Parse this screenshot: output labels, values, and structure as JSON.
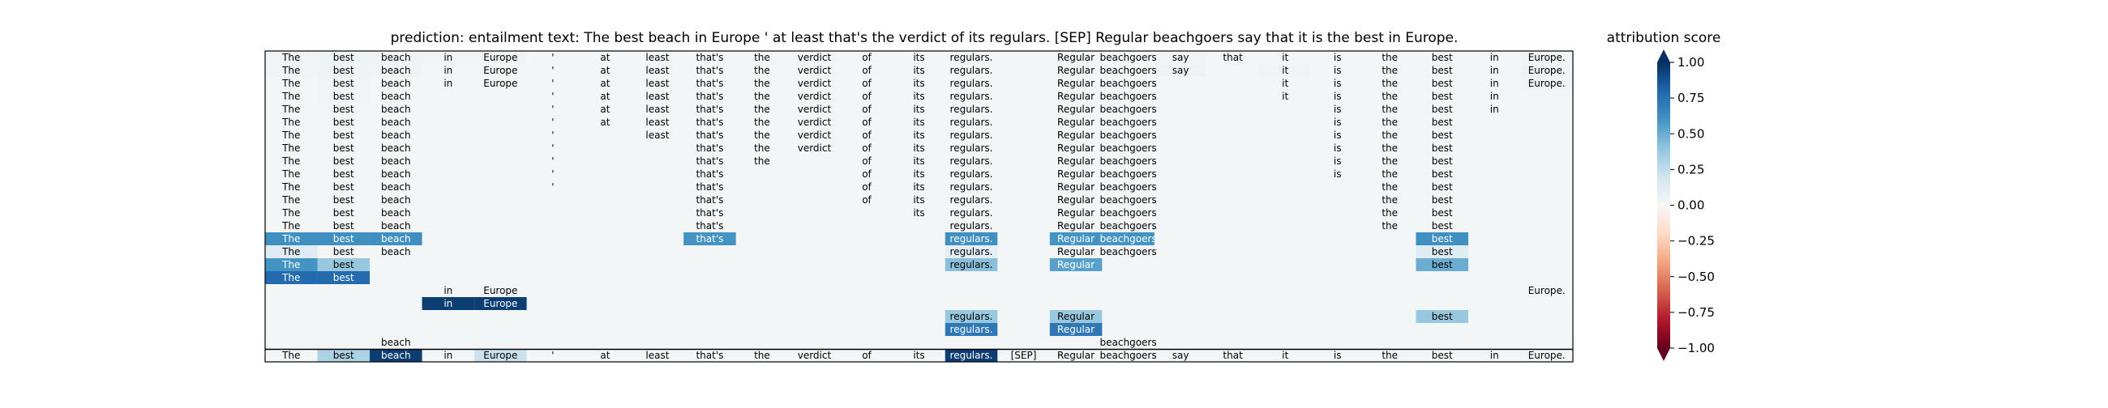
{
  "figure": {
    "title": "prediction:  entailment     text:  The best beach in Europe ' at least that's the verdict of its regulars. [SEP] Regular beachgoers say that it is the best in Europe.",
    "colorbar_title": "attribution score"
  },
  "chart_data": {
    "type": "heatmap",
    "title": "prediction:  entailment     text:  The best beach in Europe ' at least that's the verdict of its regulars. [SEP] Regular beachgoers say that it is the best in Europe.",
    "prediction": "entailment",
    "text": "The best beach in Europe ' at least that's the verdict of its regulars. [SEP] Regular beachgoers say that it is the best in Europe.",
    "tokens": [
      "The",
      "best",
      "beach",
      "in",
      "Europe",
      "'",
      "at",
      "least",
      "that's",
      "the",
      "verdict",
      "of",
      "its",
      "regulars.",
      "[SEP]",
      "Regular",
      "beachgoers",
      "say",
      "that",
      "it",
      "is",
      "the",
      "best",
      "in",
      "Europe."
    ],
    "colorbar": {
      "title": "attribution score",
      "range": [
        -1.0,
        1.0
      ],
      "ticks": [
        "1.00",
        "0.75",
        "0.50",
        "0.25",
        "0.00",
        "−0.25",
        "−0.50",
        "−0.75",
        "−1.00"
      ],
      "tick_values": [
        1.0,
        0.75,
        0.5,
        0.25,
        0.0,
        -0.25,
        -0.5,
        -0.75,
        -1.0
      ],
      "colormap": "RdBu",
      "extend": "both"
    },
    "rows": [
      {
        "present": [
          0,
          1,
          2,
          3,
          4,
          5,
          6,
          7,
          8,
          9,
          10,
          11,
          12,
          13,
          15,
          16,
          17,
          18,
          19,
          20,
          21,
          22,
          23,
          24
        ],
        "scores": {
          "0": 0.03,
          "1": 0.05,
          "2": 0.04,
          "3": 0.03,
          "4": 0.03,
          "17": 0.03,
          "24": 0.03
        }
      },
      {
        "present": [
          0,
          1,
          2,
          3,
          4,
          5,
          6,
          7,
          8,
          9,
          10,
          11,
          12,
          13,
          15,
          16,
          17,
          19,
          20,
          21,
          22,
          23,
          24
        ],
        "scores": {
          "0": 0.03,
          "1": 0.04,
          "2": 0.03,
          "17": 0.05,
          "19": 0.03,
          "24": 0.04
        }
      },
      {
        "present": [
          0,
          1,
          2,
          3,
          4,
          5,
          6,
          7,
          8,
          9,
          10,
          11,
          12,
          13,
          15,
          16,
          19,
          20,
          21,
          22,
          23,
          24
        ],
        "scores": {
          "1": 0.03,
          "24": 0.03
        }
      },
      {
        "present": [
          0,
          1,
          2,
          5,
          6,
          7,
          8,
          9,
          10,
          11,
          12,
          13,
          15,
          16,
          19,
          20,
          21,
          22,
          23
        ],
        "scores": {
          "1": 0.03
        }
      },
      {
        "present": [
          0,
          1,
          2,
          5,
          6,
          7,
          8,
          9,
          10,
          11,
          12,
          13,
          15,
          16,
          20,
          21,
          22,
          23
        ],
        "scores": {}
      },
      {
        "present": [
          0,
          1,
          2,
          5,
          6,
          7,
          8,
          9,
          10,
          11,
          12,
          13,
          15,
          16,
          20,
          21,
          22
        ],
        "scores": {}
      },
      {
        "present": [
          0,
          1,
          2,
          5,
          7,
          8,
          9,
          10,
          11,
          12,
          13,
          15,
          16,
          20,
          21,
          22
        ],
        "scores": {}
      },
      {
        "present": [
          0,
          1,
          2,
          5,
          8,
          9,
          10,
          11,
          12,
          13,
          15,
          16,
          20,
          21,
          22
        ],
        "scores": {}
      },
      {
        "present": [
          0,
          1,
          2,
          5,
          8,
          9,
          11,
          12,
          13,
          15,
          16,
          20,
          21,
          22
        ],
        "scores": {}
      },
      {
        "present": [
          0,
          1,
          2,
          5,
          8,
          11,
          12,
          13,
          15,
          16,
          20,
          21,
          22
        ],
        "scores": {}
      },
      {
        "present": [
          0,
          1,
          2,
          5,
          8,
          11,
          12,
          13,
          15,
          16,
          21,
          22
        ],
        "scores": {}
      },
      {
        "present": [
          0,
          1,
          2,
          8,
          11,
          12,
          13,
          15,
          16,
          21,
          22
        ],
        "scores": {}
      },
      {
        "present": [
          0,
          1,
          2,
          8,
          12,
          13,
          15,
          16,
          21,
          22
        ],
        "scores": {}
      },
      {
        "present": [
          0,
          1,
          2,
          8,
          13,
          15,
          16,
          21,
          22
        ],
        "scores": {}
      },
      {
        "present": [
          0,
          1,
          2,
          8,
          13,
          15,
          16,
          22
        ],
        "scores": {
          "0": 0.62,
          "1": 0.62,
          "2": 0.62,
          "8": 0.6,
          "13": 0.62,
          "15": 0.6,
          "16": 0.6,
          "22": 0.62
        }
      },
      {
        "present": [
          0,
          1,
          2,
          13,
          15,
          16,
          22
        ],
        "scores": {
          "0": 0.12,
          "13": 0.1,
          "22": 0.12
        }
      },
      {
        "present": [
          0,
          1,
          13,
          15,
          22
        ],
        "scores": {
          "0": 0.6,
          "1": 0.38,
          "13": 0.42,
          "15": 0.55,
          "22": 0.5
        }
      },
      {
        "present": [
          0,
          1
        ],
        "scores": {
          "0": 0.78,
          "1": 0.78
        }
      },
      {
        "present": [
          3,
          4,
          24
        ],
        "scores": {}
      },
      {
        "present": [
          3,
          4
        ],
        "scores": {
          "3": 0.95,
          "4": 0.95
        }
      },
      {
        "present": [
          13,
          15,
          22
        ],
        "scores": {
          "13": 0.38,
          "15": 0.38,
          "22": 0.38
        }
      },
      {
        "present": [
          13,
          15
        ],
        "scores": {
          "13": 0.72,
          "15": 0.72
        }
      },
      {
        "present": [
          2,
          16
        ],
        "scores": {}
      }
    ],
    "sum_row": {
      "present": [
        0,
        1,
        2,
        3,
        4,
        5,
        6,
        7,
        8,
        9,
        10,
        11,
        12,
        13,
        14,
        15,
        16,
        17,
        18,
        19,
        20,
        21,
        22,
        23,
        24
      ],
      "scores": {
        "1": 0.32,
        "2": 0.95,
        "4": 0.22,
        "13": 0.95
      }
    }
  }
}
